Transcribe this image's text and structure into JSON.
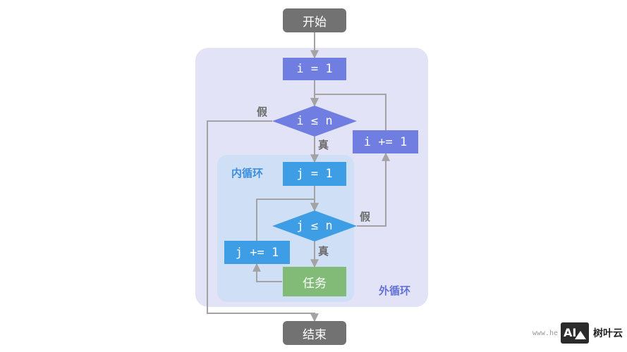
{
  "flowchart": {
    "start": "开始",
    "end": "结束",
    "init_i": "i = 1",
    "cond_i": "i ≤ n",
    "inc_i": "i += 1",
    "init_j": "j = 1",
    "cond_j": "j ≤ n",
    "inc_j": "j += 1",
    "task": "任务",
    "label_false_outer": "假",
    "label_true_outer": "真",
    "label_false_inner": "假",
    "label_true_inner": "真",
    "inner_loop_label": "内循环",
    "outer_loop_label": "外循环"
  },
  "colors": {
    "terminal": "#727272",
    "outer_loop_bg": "#e3e3f7",
    "outer_nodes": "#6f7ee0",
    "inner_loop_bg": "#cfe0f6",
    "inner_nodes": "#3d9ee6",
    "task": "#82bb78",
    "arrows": "#a3a3a3",
    "outer_label": "#6272d8",
    "inner_label": "#3a8fe0"
  },
  "watermark": {
    "url": "www.he",
    "logo_text": "AI",
    "brand": "树叶云"
  }
}
